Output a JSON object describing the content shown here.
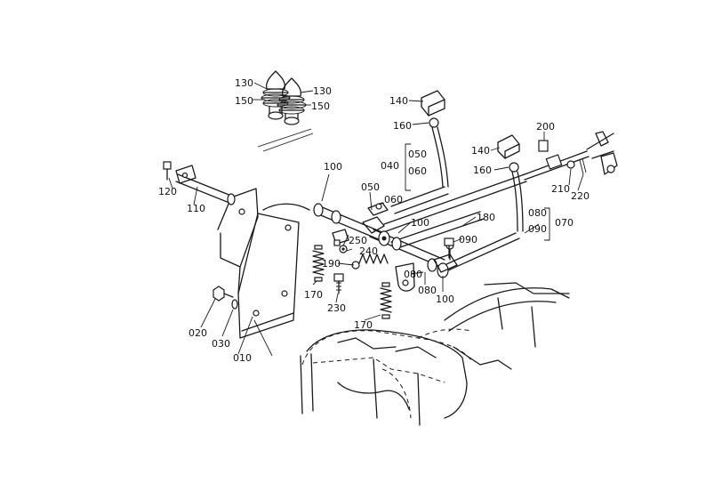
{
  "diagram": {
    "callouts": {
      "c130a": "130",
      "c130b": "130",
      "c150a": "150",
      "c150b": "150",
      "c140a": "140",
      "c140b": "140",
      "c160a": "160",
      "c160b": "160",
      "c200": "200",
      "c210": "210",
      "c220": "220",
      "c100a": "100",
      "c100b": "100",
      "c100c": "100",
      "c050a": "050",
      "c060a": "060",
      "c050b": "050",
      "c060b": "060",
      "c040": "040",
      "c180": "180",
      "c080a": "080",
      "c090a": "090",
      "c070": "070",
      "c090b": "090",
      "c080b": "080",
      "c080c": "080",
      "c120": "120",
      "c110": "110",
      "c250": "250",
      "c240": "240",
      "c190": "190",
      "c170a": "170",
      "c170b": "170",
      "c230": "230",
      "c020": "020",
      "c030": "030",
      "c010": "010"
    }
  }
}
